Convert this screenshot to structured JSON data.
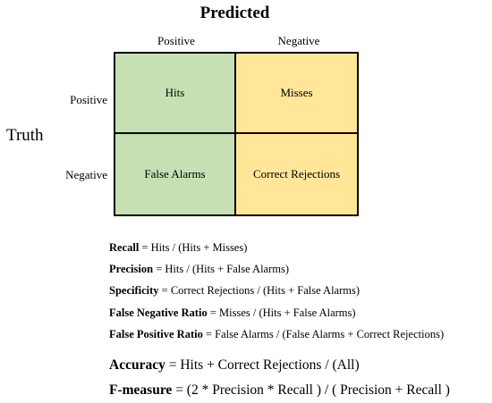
{
  "header": {
    "predicted": "Predicted",
    "truth": "Truth",
    "col_positive": "Positive",
    "col_negative": "Negative",
    "row_positive": "Positive",
    "row_negative": "Negative"
  },
  "matrix": {
    "hits": "Hits",
    "misses": "Misses",
    "false_alarms": "False Alarms",
    "correct_rejections": "Correct Rejections"
  },
  "colors": {
    "green_cell": "#c6e0b4",
    "yellow_cell": "#ffe699"
  },
  "formulas": {
    "recall": {
      "term": "Recall",
      "expr": " = Hits / (Hits + Misses)"
    },
    "precision": {
      "term": "Precision",
      "expr": " = Hits / (Hits + False Alarms)"
    },
    "specificity": {
      "term": "Specificity",
      "expr": " = Correct Rejections / (Hits + False Alarms)"
    },
    "fnr": {
      "term": "False Negative Ratio",
      "expr": " = Misses / (Hits + False Alarms)"
    },
    "fpr": {
      "term": "False Positive Ratio",
      "expr": " = False Alarms / (False Alarms + Correct Rejections)"
    },
    "accuracy": {
      "term": "Accuracy",
      "expr": " = Hits + Correct Rejections / (All)"
    },
    "fmeasure": {
      "term": "F-measure",
      "expr": " = (2 * Precision * Recall ) / ( Precision + Recall )"
    }
  }
}
